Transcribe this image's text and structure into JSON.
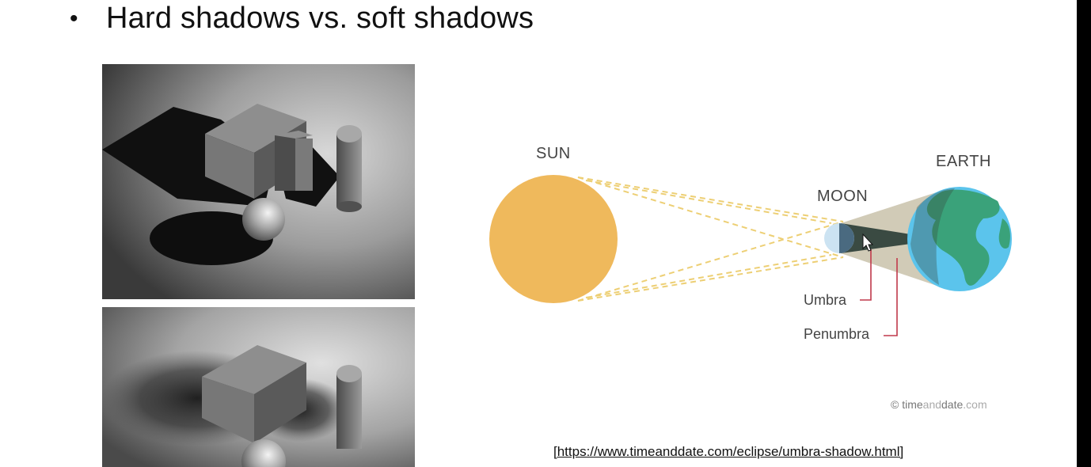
{
  "slide": {
    "bullet": "•",
    "heading": "Hard shadows vs. soft shadows"
  },
  "diagram": {
    "sun_label": "SUN",
    "moon_label": "MOON",
    "earth_label": "EARTH",
    "umbra_label": "Umbra",
    "penumbra_label": "Penumbra",
    "credit_symbol": "© time",
    "credit_and": "and",
    "credit_date": "date",
    "credit_com": ".com"
  },
  "source_url": "[https://www.timeanddate.com/eclipse/umbra-shadow.html]",
  "colors": {
    "sun": "#EFB95C",
    "earth_ocean": "#5BC4EC",
    "earth_land": "#3AA27A",
    "umbra": "#3A4A42",
    "penumbra": "#C9C2AA",
    "pointer_line": "#C0394B"
  }
}
